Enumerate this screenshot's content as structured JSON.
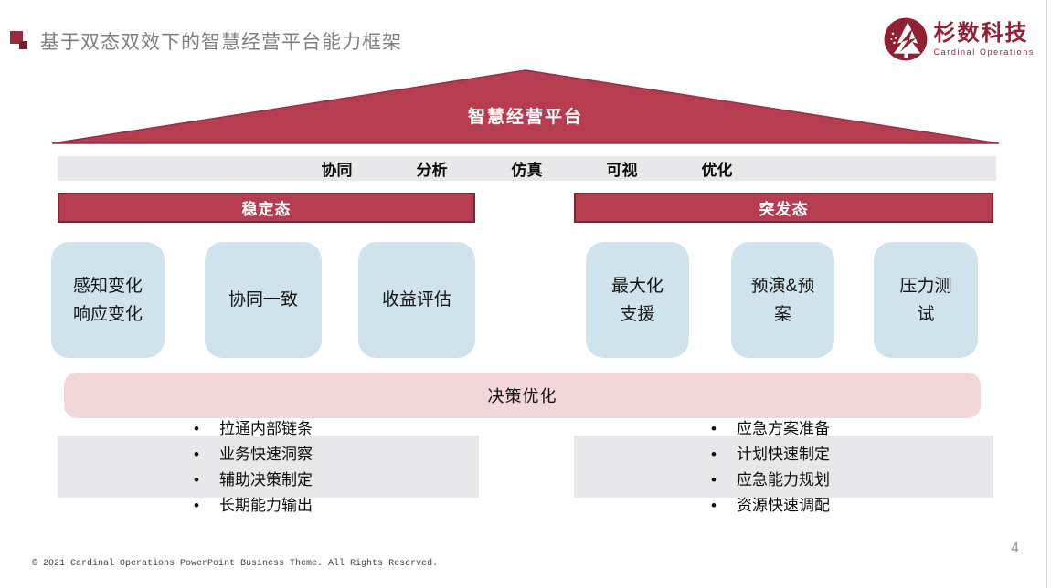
{
  "slide": {
    "title": "基于双态双效下的智慧经营平台能力框架",
    "footer": "© 2021 Cardinal Operations PowerPoint Business Theme. All Rights Reserved.",
    "page_number": "4"
  },
  "logo": {
    "name": "杉数科技",
    "subtitle": "Cardinal Operations"
  },
  "pyramid": {
    "label": "智慧经营平台"
  },
  "capability_bar": {
    "items": [
      "协同",
      "分析",
      "仿真",
      "可视",
      "优化"
    ]
  },
  "modes": {
    "stable": {
      "label": "稳定态",
      "boxes": [
        "感知变化\n响应变化",
        "协同一致",
        "收益评估"
      ],
      "points": [
        "拉通内部链条",
        "业务快速洞察",
        "辅助决策制定",
        "长期能力输出"
      ]
    },
    "burst": {
      "label": "突发态",
      "boxes": [
        "最大化\n支援",
        "预演&预\n案",
        "压力测\n试"
      ],
      "points": [
        "应急方案准备",
        "计划快速制定",
        "应急能力规划",
        "资源快速调配"
      ]
    }
  },
  "decision_bar": {
    "label": "决策优化"
  },
  "colors": {
    "crimson": "#b63c50",
    "crimson_border": "#7e2438",
    "maroon": "#8e2134",
    "light_blue": "#cfe3ed",
    "pink": "#f2d6da",
    "light_gray": "#e8e7e9",
    "title_gray": "#7f7f7f"
  }
}
